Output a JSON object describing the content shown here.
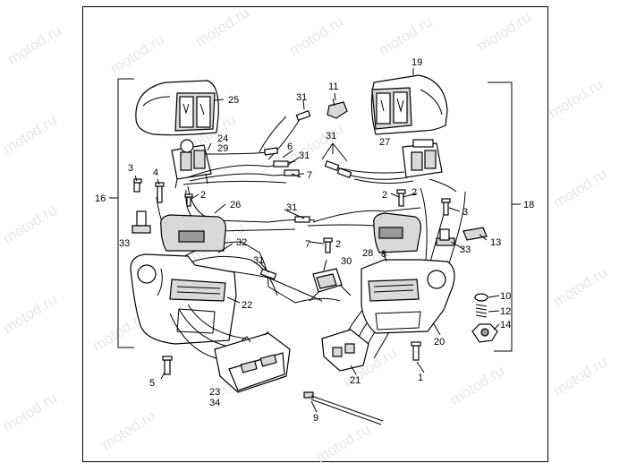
{
  "watermark": "motod.ru",
  "callouts": [
    "1",
    "2",
    "3",
    "4",
    "5",
    "6",
    "7",
    "8",
    "9",
    "10",
    "11",
    "12",
    "13",
    "14",
    "16",
    "18",
    "19",
    "20",
    "21",
    "22",
    "23",
    "24",
    "25",
    "26",
    "27",
    "28",
    "29",
    "30",
    "31",
    "32",
    "33",
    "34"
  ],
  "labels": {
    "l1": "1",
    "l2a": "2",
    "l2b": "2",
    "l2c": "2",
    "l2d": "2",
    "l3a": "3",
    "l3b": "3",
    "l4": "4",
    "l5": "5",
    "l6": "6",
    "l7a": "7",
    "l7b": "7",
    "l8": "8",
    "l9": "9",
    "l10": "10",
    "l11": "11",
    "l12": "12",
    "l13": "13",
    "l14": "14",
    "l16": "16",
    "l18": "18",
    "l19": "19",
    "l20": "20",
    "l21": "21",
    "l22": "22",
    "l23": "23",
    "l24": "24",
    "l25": "25",
    "l26": "26",
    "l27": "27",
    "l28": "28",
    "l29": "29",
    "l30": "30",
    "l31a": "31",
    "l31b": "31",
    "l31c": "31",
    "l31d": "31",
    "l31e": "31",
    "l32": "32",
    "l33a": "33",
    "l33b": "33",
    "l34": "34"
  }
}
